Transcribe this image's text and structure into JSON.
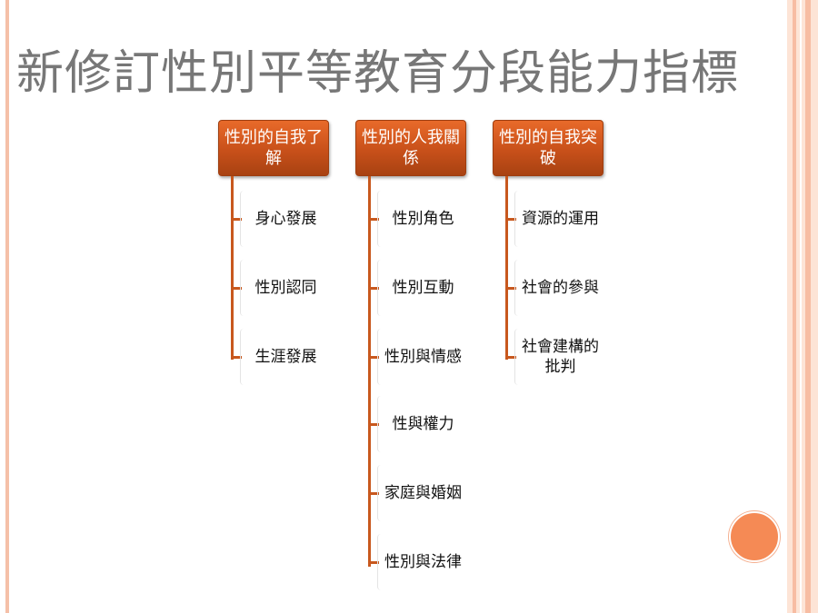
{
  "title": "新修訂性別平等教育分段能力指標",
  "colors": {
    "header_top": "#e86a2a",
    "header_bottom": "#a84212",
    "connector": "#c8581e",
    "accent_circle": "#f58a55"
  },
  "groups": [
    {
      "label": "性別的自我了解",
      "items": [
        "身心發展",
        "性別認同",
        "生涯發展"
      ]
    },
    {
      "label": "性別的人我關係",
      "items": [
        "性別角色",
        "性別互動",
        "性別與情感",
        "性與權力",
        "家庭與婚姻",
        "性別與法律"
      ]
    },
    {
      "label": "性別的自我突破",
      "items": [
        "資源的運用",
        "社會的參與",
        "社會建構的批判"
      ]
    }
  ]
}
